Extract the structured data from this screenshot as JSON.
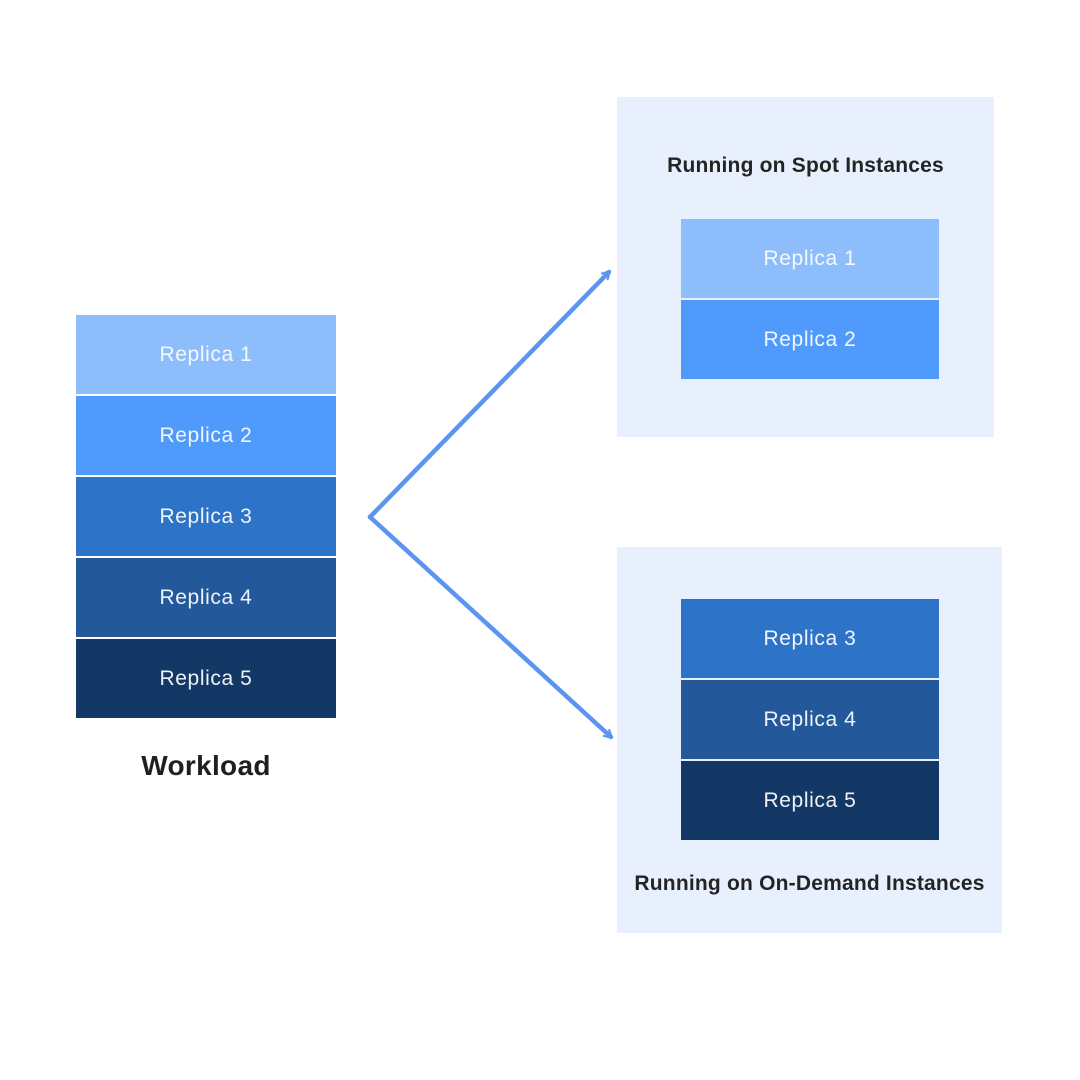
{
  "colors": {
    "replica_1": "#8DBDFB",
    "replica_2": "#4F9AFA",
    "replica_3": "#2D73C8",
    "replica_4": "#23589B",
    "replica_5": "#143866",
    "panel_background": "#E7F0FC",
    "arrow": "#5B95F1",
    "title_text": "#242424",
    "block_label_text": "#FAFCFF"
  },
  "workload": {
    "caption": "Workload",
    "blocks": [
      {
        "label": "Replica 1",
        "color": "#8DBDFB"
      },
      {
        "label": "Replica 2",
        "color": "#4F9AFA"
      },
      {
        "label": "Replica 3",
        "color": "#2D73C8"
      },
      {
        "label": "Replica 4",
        "color": "#23589B"
      },
      {
        "label": "Replica 5",
        "color": "#143866"
      }
    ]
  },
  "spot_panel": {
    "title": "Running on Spot Instances",
    "blocks": [
      {
        "label": "Replica 1",
        "color": "#8DBDFB"
      },
      {
        "label": "Replica 2",
        "color": "#4F9AFA"
      }
    ]
  },
  "ondemand_panel": {
    "title": "Running on On-Demand Instances",
    "blocks": [
      {
        "label": "Replica 3",
        "color": "#2D73C8"
      },
      {
        "label": "Replica 4",
        "color": "#23589B"
      },
      {
        "label": "Replica 5",
        "color": "#143866"
      }
    ]
  }
}
